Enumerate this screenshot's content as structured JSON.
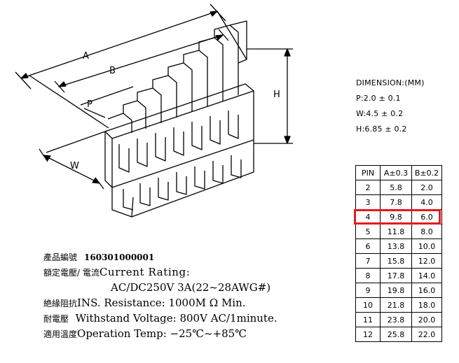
{
  "drawing": {
    "labels": {
      "A": "A",
      "B": "B",
      "P": "P",
      "W": "W",
      "H": "H"
    }
  },
  "dimensions": {
    "title": "DIMENSION:(MM)",
    "lines": [
      "P:2.0 ± 0.1",
      "W:4.5 ± 0.2",
      "H:6.85 ± 0.2"
    ]
  },
  "pin_table": {
    "headers": [
      "PIN",
      "A±0.3",
      "B±0.2"
    ],
    "rows": [
      [
        "2",
        "5.8",
        "2.0"
      ],
      [
        "3",
        "7.8",
        "4.0"
      ],
      [
        "4",
        "9.8",
        "6.0"
      ],
      [
        "5",
        "11.8",
        "8.0"
      ],
      [
        "6",
        "13.8",
        "10.0"
      ],
      [
        "7",
        "15.8",
        "12.0"
      ],
      [
        "8",
        "17.8",
        "14.0"
      ],
      [
        "9",
        "19.8",
        "16.0"
      ],
      [
        "10",
        "21.8",
        "18.0"
      ],
      [
        "11",
        "23.8",
        "20.0"
      ],
      [
        "12",
        "25.8",
        "22.0"
      ]
    ],
    "highlighted_pin": "4",
    "highlight_color": "#e31b1b"
  },
  "specs": {
    "part_label": "產品編號",
    "part_number": "160301000001",
    "rating_label": "額定電壓/ 電流",
    "rating_text": "Current  Rating:",
    "rating_value": "AC/DC250V  3A(22~28AWG#)",
    "insulation_label": "絶緣阻抗",
    "insulation_text": "INS. Resistance: 1000M Ω Min.",
    "withstand_label": "耐電壓",
    "withstand_text": "Withstand  Voltage:  800V  AC/1minute.",
    "temp_label": "適用溫度",
    "temp_text": "Operation  Temp: −25℃~+85℃"
  }
}
